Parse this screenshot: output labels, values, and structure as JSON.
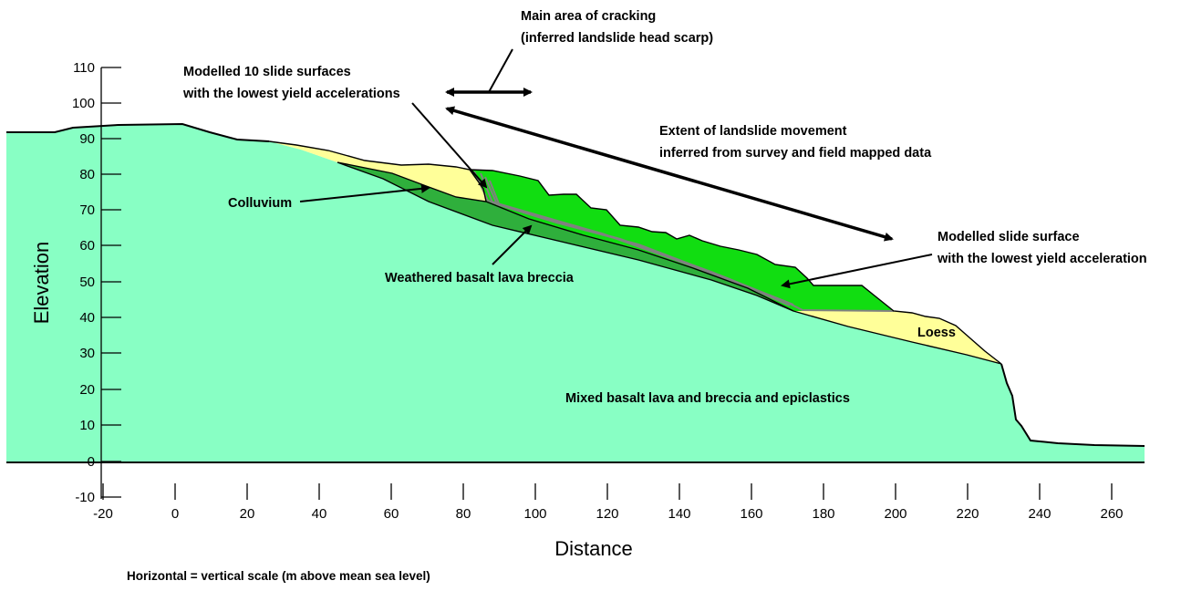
{
  "axes": {
    "x_title": "Distance",
    "y_title": "Elevation",
    "x_ticks": [
      "-20",
      "0",
      "20",
      "40",
      "60",
      "80",
      "100",
      "120",
      "140",
      "160",
      "180",
      "200",
      "220",
      "240",
      "260"
    ],
    "y_ticks": [
      "110",
      "100",
      "90",
      "80",
      "70",
      "60",
      "50",
      "40",
      "30",
      "20",
      "10",
      "0",
      "-10"
    ]
  },
  "annotations": {
    "head_scarp_1": "Main area of cracking",
    "head_scarp_2": "(inferred landslide head scarp)",
    "ten_surfaces_1": "Modelled 10 slide surfaces",
    "ten_surfaces_2": "with the lowest yield accelerations",
    "extent_1": "Extent of landslide movement",
    "extent_2": "inferred from survey and field mapped data",
    "lowest_surface_1": "Modelled slide surface",
    "lowest_surface_2": "with the lowest yield acceleration",
    "colluvium": "Colluvium",
    "weathered": "Weathered basalt lava breccia",
    "loess": "Loess",
    "mixed": "Mixed basalt lava and breccia and epiclastics"
  },
  "footer": "Horizontal = vertical scale (m above mean sea level)",
  "colors": {
    "bedrock": "#88FFC4",
    "weathered_breccia": "#2FAF3C",
    "landslide_mass": "#11DD11",
    "loess_colluvium": "#FFFF99",
    "slide_surface": "#808080"
  }
}
